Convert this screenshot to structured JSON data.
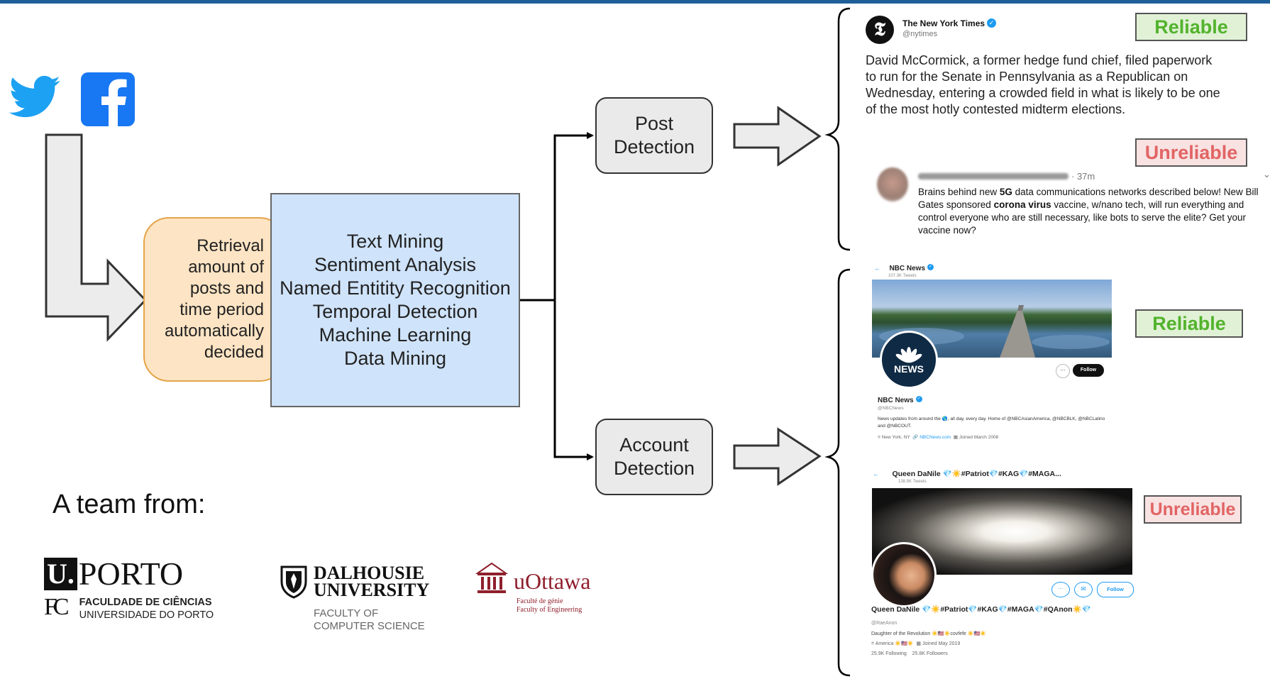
{
  "retrieval": {
    "lines": [
      "Retrieval",
      "amount of",
      "posts and",
      "time period",
      "automatically",
      "decided"
    ]
  },
  "methods": {
    "lines": [
      "Text Mining",
      "Sentiment Analysis",
      "Named Entitity Recognition",
      "Temporal Detection",
      "Machine Learning",
      "Data Mining"
    ]
  },
  "post_detection": {
    "line1": "Post",
    "line2": "Detection"
  },
  "account_detection": {
    "line1": "Account",
    "line2": "Detection"
  },
  "labels": {
    "reliable": "Reliable",
    "unreliable": "Unreliable"
  },
  "colors": {
    "reliable": "#52b32c",
    "unreliable": "#e26464",
    "twitter": "#1da1f2",
    "facebook": "#1877f2"
  },
  "icons": [
    "twitter-logo",
    "facebook-logo"
  ],
  "nyt_post": {
    "name": "The New York Times",
    "handle": "@nytimes",
    "text": "David McCormick, a former hedge fund chief, filed paperwork to run for the Senate in Pennsylvania as a Republican on Wednesday, entering a crowded field in what is likely to be one of the most hotly contested midterm elections."
  },
  "unreliable_post": {
    "time": "· 37m",
    "text_parts": [
      "Brains behind new ",
      "5G",
      " data communications networks described below! New Bill Gates sponsored ",
      "corona virus",
      " vaccine, w/nano tech, will run everything and control everyone who are still necessary, like bots to serve the elite?  Get your vaccine now?"
    ]
  },
  "nbc_account": {
    "header_name": "NBC News",
    "tweets_count": "107.3K Tweets",
    "avatar_text": "NEWS",
    "follow": "Follow",
    "name": "NBC News",
    "handle": "@NBCNews",
    "bio": "News updates from around the 🌎, all day, every day. Home of @NBCAsianAmerica, @NBCBLK, @NBCLatino and @NBCOUT.",
    "location": "New York, NY",
    "website": "NBCNews.com",
    "joined": "Joined March 2008"
  },
  "queen_account": {
    "header_name": "Queen DaNile 💎☀️#Patriot💎#KAG💎#MAGA...",
    "tweets_count": "138.5K Tweets",
    "follow": "Follow",
    "name": "Queen DaNile 💎☀️#Patriot💎#KAG💎#MAGA💎#QAnon☀️💎",
    "handle": "@RaeAnon",
    "bio": "Daughter of the Revolution ☀️🇺🇸☀️covfefe ☀️🇺🇸☀️",
    "location": "America ☀️🇺🇸☀️",
    "joined": "Joined May 2019",
    "following": "25.9K Following",
    "followers": "25.8K Followers"
  },
  "team": {
    "intro": "A team from:",
    "porto": {
      "mark": "U.",
      "name": "PORTO",
      "fc": "FC",
      "line1": "FACULDADE DE CIÊNCIAS",
      "line2": "UNIVERSIDADE DO PORTO"
    },
    "dalhousie": {
      "line1": "DALHOUSIE",
      "line2": "UNIVERSITY",
      "sub1": "FACULTY OF",
      "sub2": "COMPUTER SCIENCE"
    },
    "ottawa": {
      "name": "uOttawa",
      "sub1": "Faculté de génie",
      "sub2": "Faculty of Engineering"
    }
  }
}
